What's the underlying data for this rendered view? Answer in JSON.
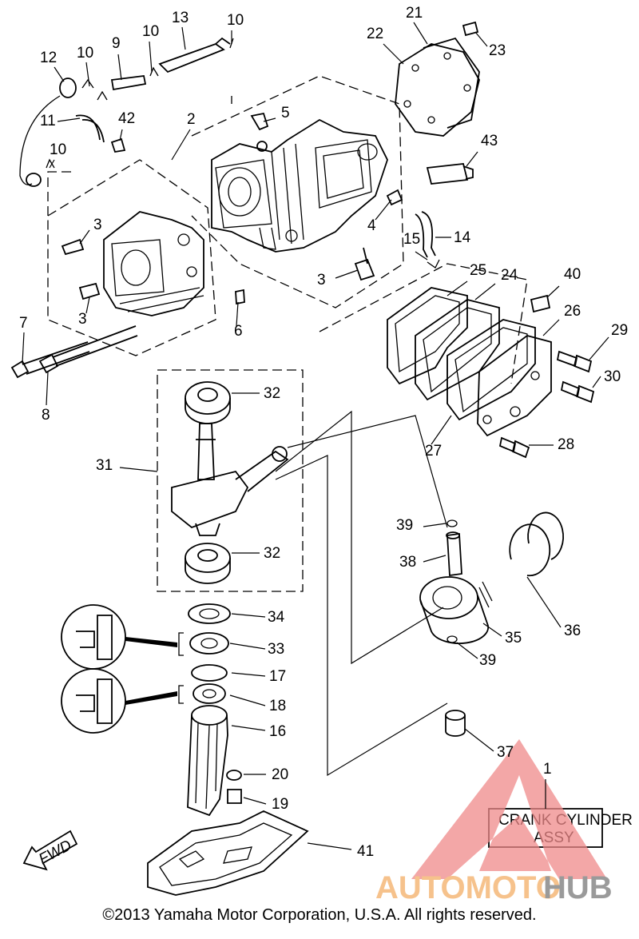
{
  "callouts": [
    {
      "n": "1"
    },
    {
      "n": "2"
    },
    {
      "n": "3"
    },
    {
      "n": "3"
    },
    {
      "n": "3"
    },
    {
      "n": "4"
    },
    {
      "n": "5"
    },
    {
      "n": "6"
    },
    {
      "n": "7"
    },
    {
      "n": "8"
    },
    {
      "n": "9"
    },
    {
      "n": "10"
    },
    {
      "n": "10"
    },
    {
      "n": "10"
    },
    {
      "n": "10"
    },
    {
      "n": "11"
    },
    {
      "n": "12"
    },
    {
      "n": "13"
    },
    {
      "n": "14"
    },
    {
      "n": "15"
    },
    {
      "n": "16"
    },
    {
      "n": "17"
    },
    {
      "n": "18"
    },
    {
      "n": "19"
    },
    {
      "n": "20"
    },
    {
      "n": "21"
    },
    {
      "n": "22"
    },
    {
      "n": "23"
    },
    {
      "n": "24"
    },
    {
      "n": "25"
    },
    {
      "n": "26"
    },
    {
      "n": "27"
    },
    {
      "n": "28"
    },
    {
      "n": "29"
    },
    {
      "n": "30"
    },
    {
      "n": "31"
    },
    {
      "n": "32"
    },
    {
      "n": "32"
    },
    {
      "n": "33"
    },
    {
      "n": "34"
    },
    {
      "n": "35"
    },
    {
      "n": "36"
    },
    {
      "n": "37"
    },
    {
      "n": "38"
    },
    {
      "n": "39"
    },
    {
      "n": "39"
    },
    {
      "n": "40"
    },
    {
      "n": "41"
    },
    {
      "n": "42"
    },
    {
      "n": "43"
    }
  ],
  "assy_label": {
    "line1": "CRANK  CYLINDER",
    "line2": "ASSY"
  },
  "fwd_label": "FWD",
  "watermark": {
    "part1": "AUTOMOTO",
    "part2": "HUB",
    "color1": "#f6c28c",
    "color2": "#9a9a9a",
    "logo_color": "#ef8a8a"
  },
  "copyright": "©2013 Yamaha Motor Corporation, U.S.A. All rights reserved."
}
